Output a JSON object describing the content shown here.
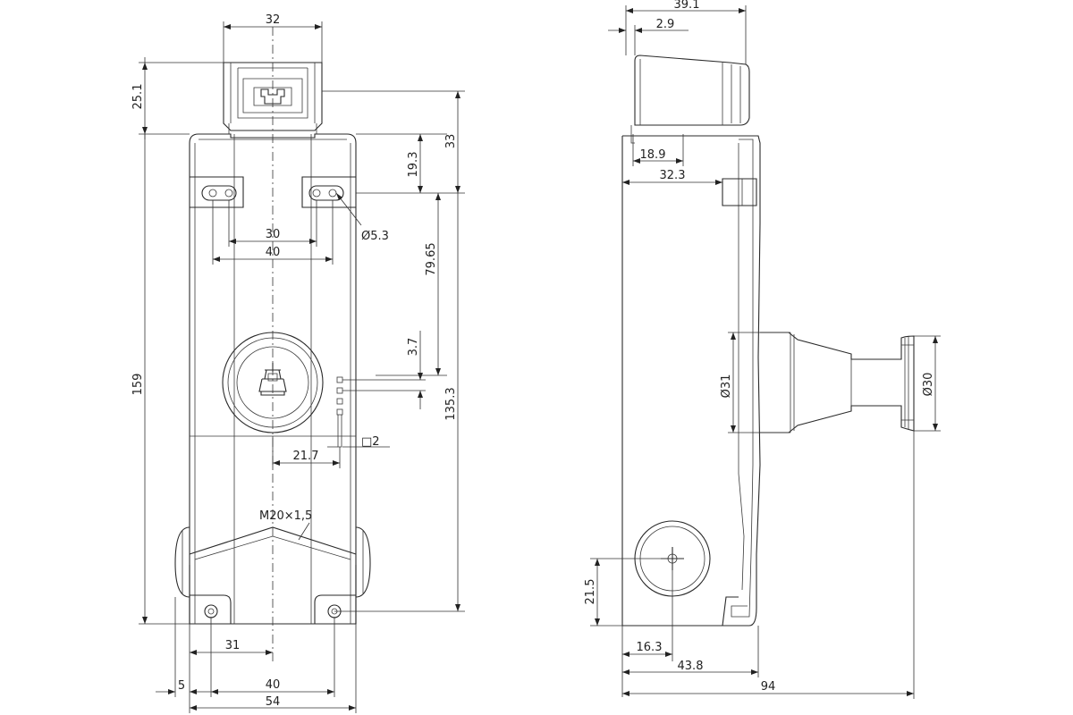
{
  "front_view": {
    "width_top": "32",
    "height_top": "25.1",
    "total_height": "159",
    "upper_offset": "33",
    "hole_offset": "19.3",
    "hole_dia": "Ø5.3",
    "hole_spacing_inner": "30",
    "hole_spacing_outer": "40",
    "vertical_mid": "79.65",
    "led_offset": "3.7",
    "overall_mid": "135.3",
    "led_pitch": "21.7",
    "led_size": "□2",
    "thread": "M20×1,5",
    "bottom_half": "31",
    "bottom_edge": "5",
    "bottom_holes": "40",
    "bottom_width": "54"
  },
  "side_view": {
    "top_depth": "39.1",
    "top_step": "2.9",
    "head_depth": "18.9",
    "body_depth": "32.3",
    "knob_dia": "Ø31",
    "cap_dia": "Ø30",
    "gland_height": "21.5",
    "gland_offset": "16.3",
    "base_depth": "43.8",
    "total_depth": "94"
  }
}
